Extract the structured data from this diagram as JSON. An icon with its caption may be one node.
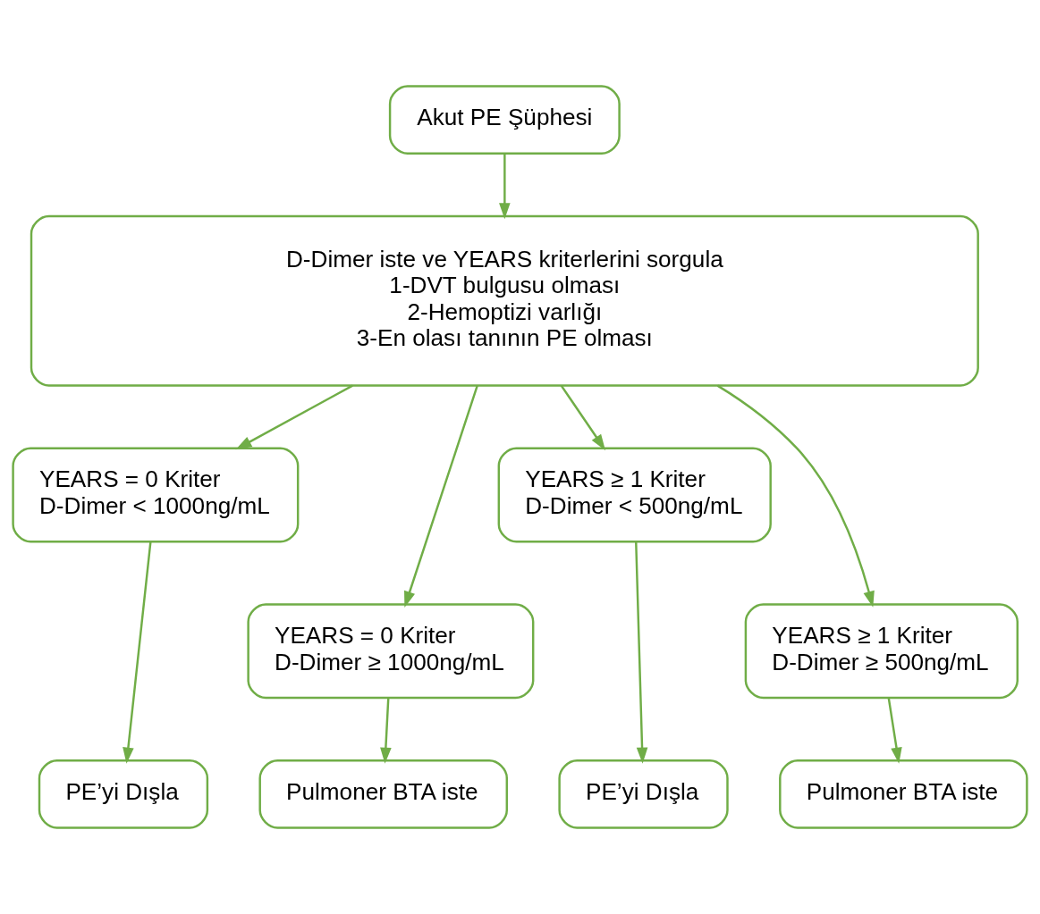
{
  "diagram": {
    "nodes": [
      {
        "text": [
          "Akut PE Şüphesi"
        ]
      },
      {
        "text": [
          "D-Dimer iste ve YEARS kriterlerini sorgula",
          "1-DVT bulgusu olması",
          "2-Hemoptizi varlığı",
          "3-En olası tanının PE olması"
        ]
      },
      {
        "text": [
          "YEARS = 0 Kriter",
          "D-Dimer < 1000ng/mL"
        ]
      },
      {
        "text": [
          "YEARS ≥ 1 Kriter",
          "D-Dimer < 500ng/mL"
        ]
      },
      {
        "text": [
          "YEARS = 0 Kriter",
          "D-Dimer ≥ 1000ng/mL"
        ]
      },
      {
        "text": [
          "YEARS ≥ 1 Kriter",
          "D-Dimer ≥ 500ng/mL"
        ]
      },
      {
        "text": [
          "PE’yi Dışla"
        ]
      },
      {
        "text": [
          "Pulmoner BTA iste"
        ]
      },
      {
        "text": [
          "PE’yi Dışla"
        ]
      },
      {
        "text": [
          "Pulmoner BTA iste"
        ]
      }
    ],
    "edges": [
      {
        "from": 0,
        "to": 1,
        "arrow": "to"
      },
      {
        "from": 1,
        "to": 2,
        "arrow": "to"
      },
      {
        "from": 1,
        "to": 4,
        "arrow": "to"
      },
      {
        "from": 1,
        "to": 3,
        "arrow": "to"
      },
      {
        "from": 1,
        "to": 5,
        "arrow": "to"
      },
      {
        "from": 2,
        "to": 6,
        "arrow": "to"
      },
      {
        "from": 4,
        "to": 7,
        "arrow": "to"
      },
      {
        "from": 3,
        "to": 8,
        "arrow": "to"
      },
      {
        "from": 5,
        "to": 9,
        "arrow": "to"
      }
    ]
  }
}
